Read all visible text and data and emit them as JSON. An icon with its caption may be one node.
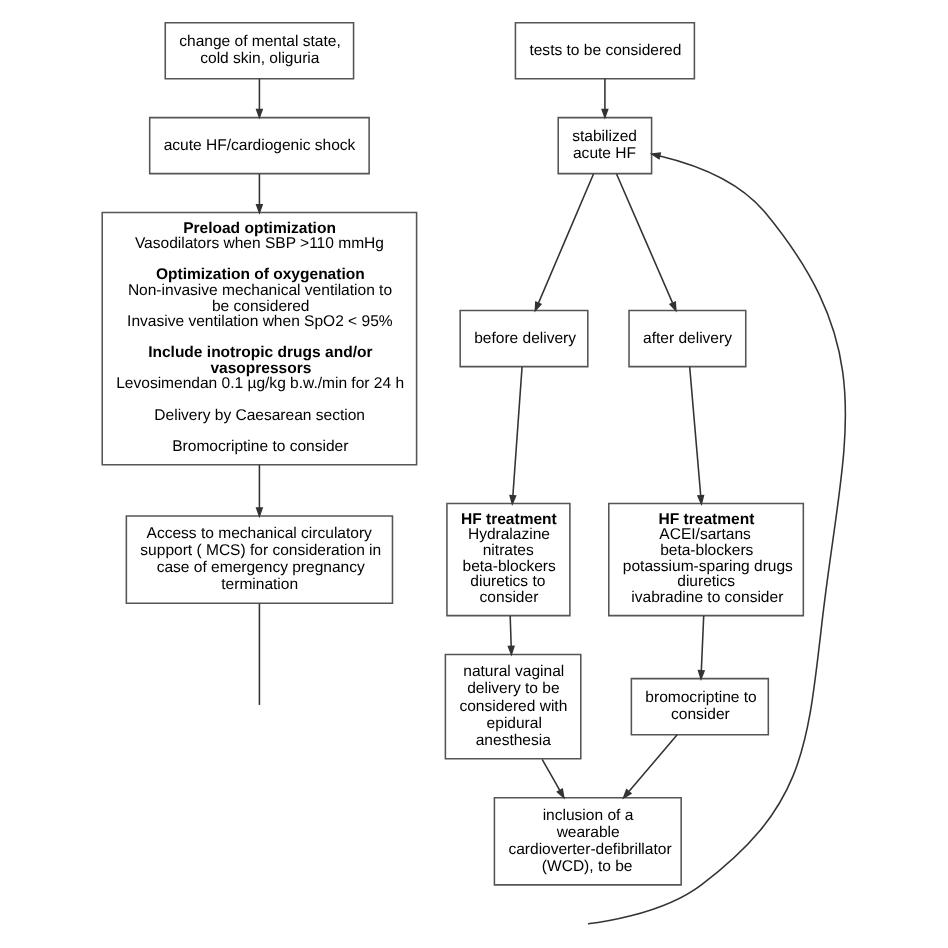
{
  "diagram": {
    "nodes": [
      {
        "text": [
          "change of mental state, cold skin, oliguria"
        ]
      },
      {
        "text": [
          "tests to be considered"
        ]
      },
      {
        "text": [
          "acute HF/cardiogenic shock"
        ]
      },
      {
        "text": [
          "stabilized acute HF"
        ]
      },
      {
        "text": [
          "Preload optimization",
          "Vasodilators when SBP >110 mmHg",
          "Optimization of oxygenation",
          "Non-invasive mechanical ventilation to be considered",
          "Invasive ventilation when SpO2 < 95%",
          "Include inotropic drugs and/or vasopressors",
          "Levosimendan 0.1 µg/kg b.w./min for 24 h",
          "Delivery by Caesarean section",
          "Bromocriptine to consider"
        ]
      },
      {
        "text": [
          "before delivery"
        ]
      },
      {
        "text": [
          "after delivery"
        ]
      },
      {
        "text": [
          "HF treatment",
          "Hydralazine",
          "nitrates",
          "beta-blockers",
          "diuretics to consider"
        ]
      },
      {
        "text": [
          "HF treatment",
          "ACEI/sartans",
          "beta-blockers",
          "potassium-sparing drugs",
          "diuretics",
          "ivabradine to consider"
        ]
      },
      {
        "text": [
          "natural vaginal delivery to be considered with epidural anesthesia"
        ]
      },
      {
        "text": [
          "bromocriptine to consider"
        ]
      },
      {
        "text": [
          "Access to mechanical circulatory support ( MCS) for consideration in case of emergency pregnancy termination"
        ]
      },
      {
        "text": [
          "inclusion of a wearable cardioverter-defibrillator (WCD), to be"
        ]
      }
    ],
    "edges": [
      {
        "from": 0,
        "to": 2,
        "arrow": "to"
      },
      {
        "from": 1,
        "to": 3,
        "arrow": "to"
      },
      {
        "from": 2,
        "to": 4,
        "arrow": "to"
      },
      {
        "from": 3,
        "to": 5,
        "arrow": "to"
      },
      {
        "from": 3,
        "to": 6,
        "arrow": "to"
      },
      {
        "from": 5,
        "to": 7,
        "arrow": "to"
      },
      {
        "from": 6,
        "to": 8,
        "arrow": "to"
      },
      {
        "from": 7,
        "to": 9,
        "arrow": "to"
      },
      {
        "from": 8,
        "to": 10,
        "arrow": "to"
      },
      {
        "from": 9,
        "to": 12,
        "arrow": "to"
      },
      {
        "from": 10,
        "to": 12,
        "arrow": "to"
      },
      {
        "from": 4,
        "to": 11,
        "arrow": "to"
      },
      {
        "from": 11,
        "to": null,
        "arrow": "none"
      },
      {
        "from": null,
        "to": 3,
        "arrow": "to"
      }
    ]
  }
}
